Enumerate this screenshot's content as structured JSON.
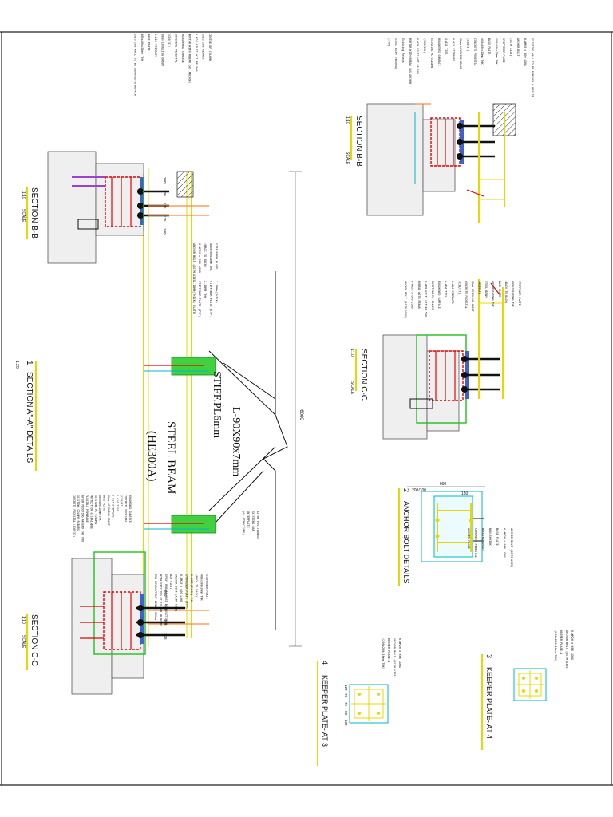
{
  "drawing": {
    "main_title_number": "1",
    "main_title": "SECTION A\"-A\" DETAILS",
    "main_title_scale": "1:20",
    "overall_dimension": "6000",
    "beam_label_1": "STEEL BEAM",
    "beam_label_2": "(HE300A)",
    "angle_label": "L-90X90x7mm",
    "stiff_label": "STIFF.PL6mm"
  },
  "sections": {
    "bb_left_title": "SECTION B-B",
    "bb_left_scale": "1:10",
    "bb_left_scale_word": "SCALE",
    "cc_left_title": "SECTION C-C",
    "cc_left_scale": "1:10",
    "cc_left_scale_word": "SCALE",
    "bb_right_title": "SECTION B-B",
    "bb_right_scale": "1:10",
    "bb_right_scale_word": "SCALE",
    "cc_right_title": "SECTION C-C",
    "cc_right_scale": "1:10",
    "cc_right_scale_word": "SCALE"
  },
  "details": {
    "anchor_number": "2",
    "anchor_title": "ANCHOR BOLT DETAILS",
    "keeper4_number": "3",
    "keeper4_title": "KEEPER PLATE- AT 4",
    "keeper3_number": "4",
    "keeper3_title": "KEEPER PLATE- AT 3"
  },
  "notes": {
    "bb_left": [
      "CENTRE OF COLUMN",
      "EXISTING REBARS",
      "6-#20 HILTI HIT-RE 500",
      "MORTAR WITH REBAR (AS ANCHOR)",
      "ROUGHENED SURFACE",
      "CONCRETE PEDESTAL",
      "(C30/37)",
      "50mm LEVELING GROUT",
      "6-#14 STIRRUPS",
      "BASE PLATE",
      "400x400x20mm THK",
      "EXISTING WALL TO BE REMOVED & REPAIR"
    ],
    "bb_left_lower": [
      "STIFFENER PLATE",
      "400x200x20mm THK",
      "(BACK TO BACK)",
      "6-#M20 x 600 LONG",
      "ANCHOR BOLT (ASTM A325)"
    ],
    "beam_mid": [
      "2-10Mm(THICK)",
      "STIFFENER PLATE (TYP.)",
      "2-10MM THK",
      "STIFFENER PLATE (TYP)",
      "2-10MM(THICK) PLATE"
    ],
    "cc_left": [
      "ROUGHENED SURFACE",
      "CONCRETE PEDESTAL",
      "(C30/37)",
      "4-#14 TIES",
      "6-#14 STIRRUPS",
      "50mm LEVELING GROUT",
      "BASE PLATE",
      "400x400x20mm THK",
      "EXISTING RC COLUMN",
      "PROTECTION & SEALABLE",
      "FLEXIBLE MEMBRANE",
      "WATER PROOFING AROUND THE PAD",
      "EXISTING COLUMN REBARS",
      "CONCRETE PEDESTAL (C30/37)"
    ],
    "cc_left_lower": [
      "STIFFENER PLATE",
      "400x200x20mm THK",
      "(BACK TO BACK)",
      "2-10MM(THICK) THK",
      "STIFFENER PLATE (TYP)",
      "6-#M20 x 600 LONG",
      "ANCHOR BOLT (ASTM A325)",
      "#20 HILTI",
      "EPOXY REBARS MUST BE POSITIONED",
      "WITH EXISTING RC COLUMN OR BEAMS",
      "MIN DEVELOPMENT LENGTH 300mm"
    ],
    "beam_center": [
      "12.0m POSITIONED",
      "EXISTING BAR",
      "INTERPLATE",
      "(AS STRUCTURE)"
    ],
    "bb_right": [
      "EXISTING WALL TO BE REMOVED & REPAIR",
      "6-#M20 x 600 LONG",
      "ANCHOR BOLT",
      "(ASTM A325)",
      "STIFFENER PLATE",
      "400x200x20mm THK",
      "BASE PLATE",
      "400x400x20mm THK",
      "CONCRETE PEDESTAL",
      "(C30/37)",
      "50mm LEVELING GROUT",
      "6-#14 STIRRUPS",
      "4-#14 TIES",
      "ROUGHENED SURFACE",
      "EXISTING RC COLUMN",
      "(300x300)",
      "6-#20 HILTI HIT-RE 500",
      "MORTAR WITH REBAR (AS ANCHOR)",
      "Existing Rebars",
      "STEEL BEAM (HE300A)",
      "(TYP)"
    ],
    "cc_right": [
      "STIFFENER PLATE",
      "400x200x20mm THK",
      "(BACK TO BACK)",
      "BASE PLATE",
      "400x400x20mm THK",
      "STEEL BEAM",
      "(HE300A)",
      "50mm LEVELING GROUT",
      "CONCRETE PEDESTAL",
      "(C30/37)",
      "6-#14 STIRRUPS",
      "4-#14 TIES",
      "ROUGHENED SURFACE",
      "EXISTING RC COLUMN",
      "6-#20 HILTI HIT-RE 500",
      "MORTAR WITH REBAR",
      "6-#M20 x 600 LONG",
      "ANCHOR BOLT (ASTM A325)"
    ],
    "anchor": [
      "ANCHOR BOLT (ASTM A325)",
      "6-#M20 x 600 LONG",
      "BASE PLATE",
      "NON-SHRINK",
      "BEDDING GROUT",
      "CONCRETE PEDESTAL",
      "KEEPER PLATE"
    ],
    "keeper": [
      "6-#M20 x 600 LONG",
      "ANCHOR BOLT (ASTM A325)",
      "KEEPER PLATE-1",
      "(200x200x10mm THK)"
    ]
  },
  "dims": {
    "anchor_600": "600",
    "anchor_200": "200/100",
    "anchor_150": "150",
    "keeper_vals": [
      "120",
      "70",
      "75",
      "80",
      "100"
    ],
    "bb_vals": [
      "300",
      "100",
      "125",
      "125",
      "100"
    ],
    "cc_vals": [
      "300",
      "100",
      "125",
      "125"
    ]
  },
  "colors": {
    "yellow": "#e8d800",
    "cyan": "#00b8c8",
    "red": "#e80000",
    "green": "#20c020",
    "frame": "#222222"
  }
}
